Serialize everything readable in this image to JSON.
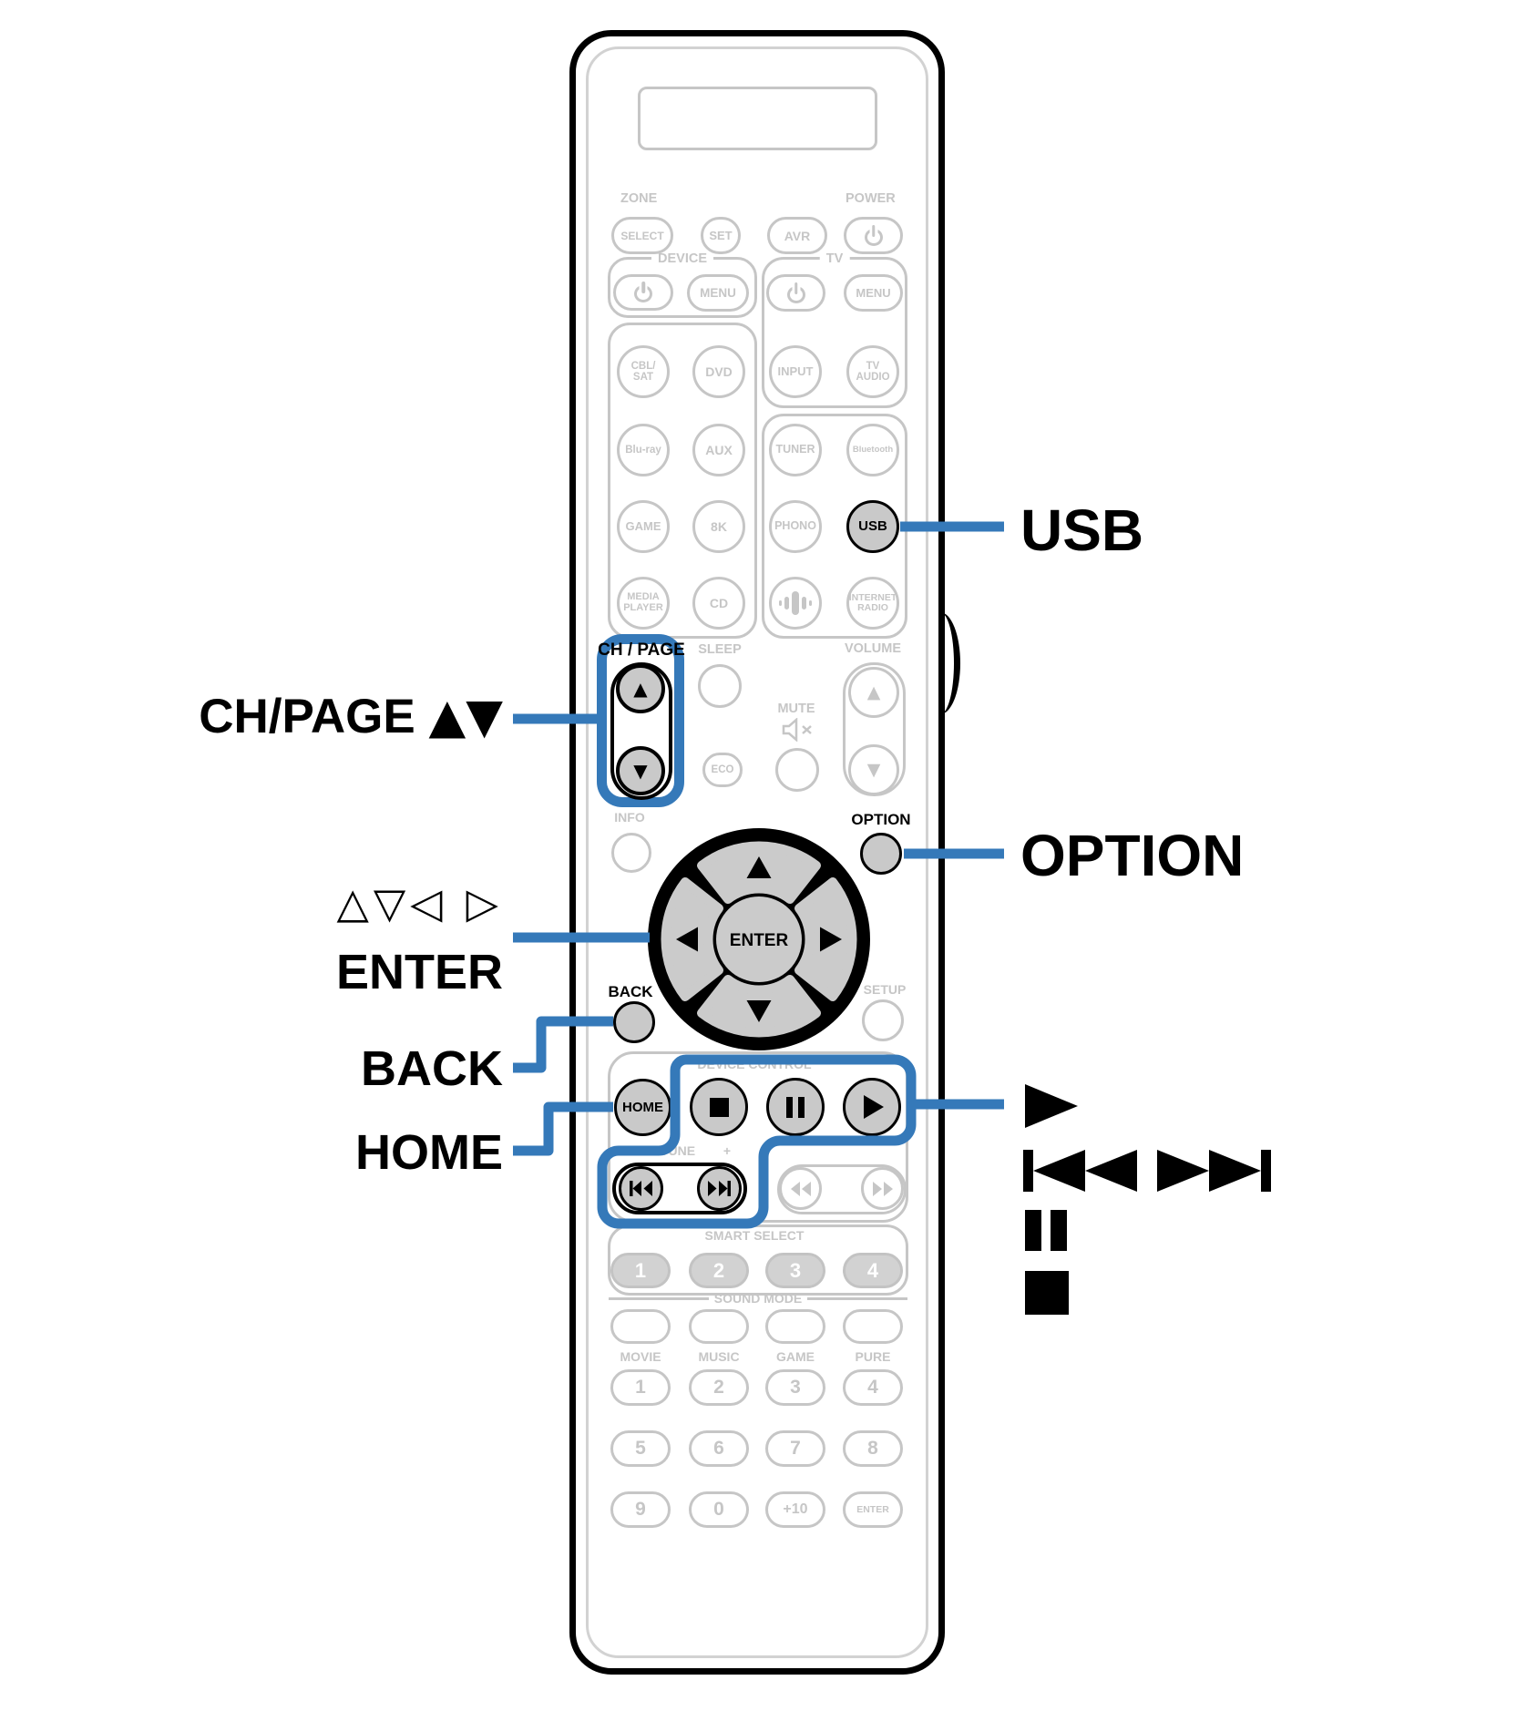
{
  "colors": {
    "accent_blue": "#3579B9",
    "inactive_gray": "#C6C6C6",
    "highlight_fill": "#C9C9C9"
  },
  "icons": {
    "up_triangle": "▲",
    "down_triangle": "▼"
  },
  "remote": {
    "top": {
      "zone_label": "ZONE",
      "power_label": "POWER",
      "select": "SELECT",
      "set": "SET",
      "avr": "AVR",
      "device": {
        "label": "DEVICE",
        "menu": "MENU"
      },
      "tv": {
        "label": "TV",
        "menu": "MENU",
        "input": "INPUT",
        "audio_line1": "TV",
        "audio_line2": "AUDIO"
      }
    },
    "sources": {
      "cbl_line1": "CBL/",
      "cbl_line2": "SAT",
      "dvd": "DVD",
      "bluray": "Blu-ray",
      "aux": "AUX",
      "tuner": "TUNER",
      "bluetooth": "Bluetooth",
      "game": "GAME",
      "k8": "8K",
      "phono": "PHONO",
      "usb": "USB",
      "media_line1": "MEDIA",
      "media_line2": "PLAYER",
      "cd": "CD",
      "internet_line1": "INTERNET",
      "internet_line2": "RADIO"
    },
    "mid": {
      "ch_page": "CH / PAGE",
      "sleep": "SLEEP",
      "mute": "MUTE",
      "eco": "ECO",
      "volume": "VOLUME",
      "info": "INFO",
      "option": "OPTION",
      "enter": "ENTER",
      "back": "BACK",
      "setup": "SETUP"
    },
    "device_control": {
      "label": "DEVICE CONTROL",
      "home": "HOME",
      "tune_minus": "−",
      "tune_label": "TUNE",
      "tune_plus": "+"
    },
    "smart_select": {
      "label": "SMART SELECT",
      "keys": [
        "1",
        "2",
        "3",
        "4"
      ]
    },
    "sound_mode": {
      "label": "SOUND MODE",
      "modes": [
        "MOVIE",
        "MUSIC",
        "GAME",
        "PURE"
      ]
    },
    "numpad": {
      "keys": [
        "1",
        "2",
        "3",
        "4",
        "5",
        "6",
        "7",
        "8",
        "9",
        "0",
        "+10",
        "ENTER"
      ]
    }
  },
  "callouts": {
    "usb": "USB",
    "option": "OPTION",
    "ch_page_text": "CH/PAGE",
    "ch_page_arrows": "▲▼",
    "cursor_arrows": "△▽◁ ▷",
    "enter": "ENTER",
    "back": "BACK",
    "home": "HOME"
  }
}
